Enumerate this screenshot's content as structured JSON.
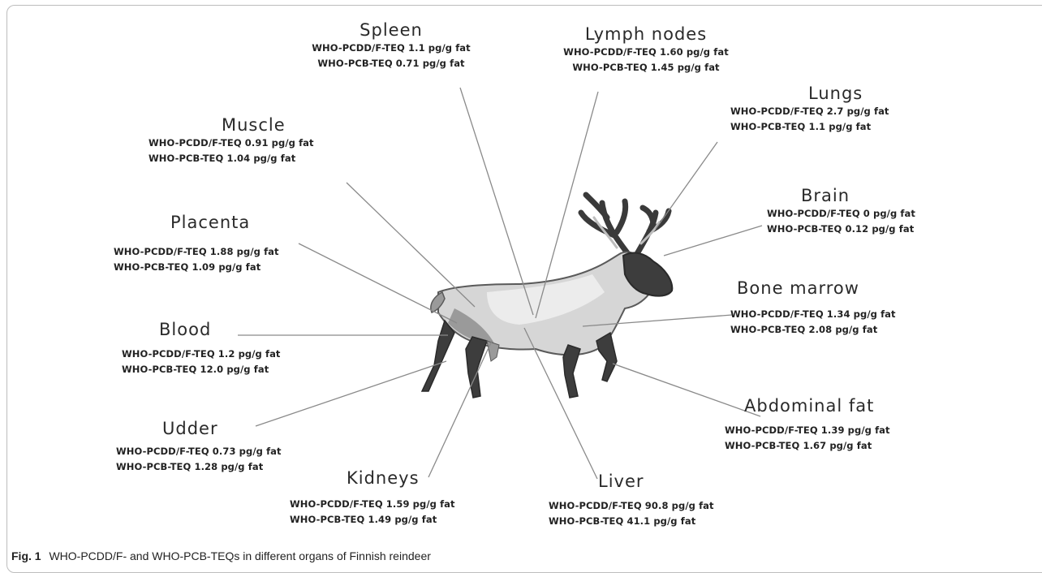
{
  "caption": {
    "label": "Fig. 1",
    "text": "WHO-PCDD/F- and WHO-PCB-TEQs in different organs of Finnish reindeer"
  },
  "organs": {
    "spleen": {
      "name": "Spleen",
      "pcdd": "WHO-PCDD/F-TEQ  1.1 pg/g fat",
      "pcb": "WHO-PCB-TEQ  0.71 pg/g fat"
    },
    "lymph": {
      "name": "Lymph nodes",
      "pcdd": "WHO-PCDD/F-TEQ  1.60 pg/g fat",
      "pcb": "WHO-PCB-TEQ  1.45 pg/g fat"
    },
    "lungs": {
      "name": "Lungs",
      "pcdd": "WHO-PCDD/F-TEQ  2.7 pg/g fat",
      "pcb": "WHO-PCB-TEQ  1.1 pg/g fat"
    },
    "muscle": {
      "name": "Muscle",
      "pcdd": "WHO-PCDD/F-TEQ  0.91 pg/g fat",
      "pcb": "WHO-PCB-TEQ  1.04 pg/g fat"
    },
    "brain": {
      "name": "Brain",
      "pcdd": "WHO-PCDD/F-TEQ  0 pg/g fat",
      "pcb": "WHO-PCB-TEQ  0.12 pg/g fat"
    },
    "placenta": {
      "name": "Placenta",
      "pcdd": "WHO-PCDD/F-TEQ  1.88 pg/g fat",
      "pcb": "WHO-PCB-TEQ  1.09 pg/g fat"
    },
    "bone_marrow": {
      "name": "Bone marrow",
      "pcdd": "WHO-PCDD/F-TEQ  1.34 pg/g fat",
      "pcb": "WHO-PCB-TEQ  2.08 pg/g fat"
    },
    "blood": {
      "name": "Blood",
      "pcdd": "WHO-PCDD/F-TEQ  1.2 pg/g fat",
      "pcb": "WHO-PCB-TEQ  12.0 pg/g fat"
    },
    "abdominal_fat": {
      "name": "Abdominal fat",
      "pcdd": "WHO-PCDD/F-TEQ  1.39 pg/g fat",
      "pcb": "WHO-PCB-TEQ  1.67 pg/g fat"
    },
    "udder": {
      "name": "Udder",
      "pcdd": "WHO-PCDD/F-TEQ  0.73 pg/g fat",
      "pcb": "WHO-PCB-TEQ  1.28 pg/g fat"
    },
    "kidneys": {
      "name": "Kidneys",
      "pcdd": "WHO-PCDD/F-TEQ  1.59 pg/g fat",
      "pcb": "WHO-PCB-TEQ  1.49 pg/g fat"
    },
    "liver": {
      "name": "Liver",
      "pcdd": "WHO-PCDD/F-TEQ  90.8 pg/g fat",
      "pcb": "WHO-PCB-TEQ  41.1 pg/g fat"
    }
  },
  "colors": {
    "body_light": "#d6d6d6",
    "body_mid": "#9a9a9a",
    "body_dark": "#3d3d3d",
    "leader_line": "#8a8a8a"
  }
}
